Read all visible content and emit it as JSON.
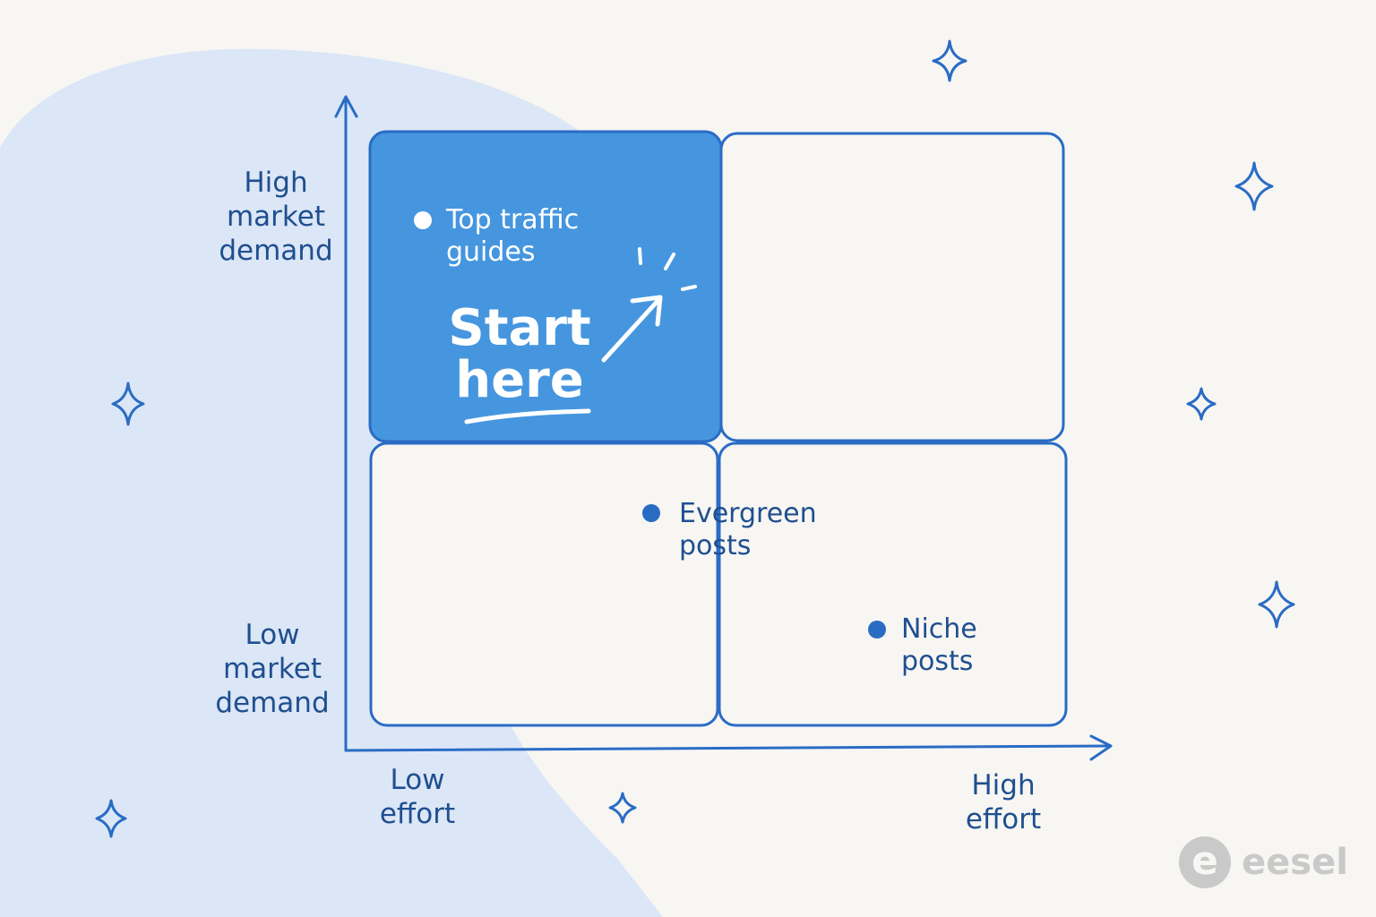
{
  "axes": {
    "y_high": "High\nmarket\ndemand",
    "y_low": "Low\nmarket\ndemand",
    "x_low": "Low\neffort",
    "x_high": "High\neffort"
  },
  "quadrants": {
    "highlighted": "top-left",
    "highlight_color": "#4596df",
    "outline_color": "#2a6cc4",
    "callout": "Start\nhere"
  },
  "points": [
    {
      "id": "top-traffic-guides",
      "label": "Top traffic\nguides",
      "quadrant": "top-left"
    },
    {
      "id": "evergreen-posts",
      "label": "Evergreen\nposts",
      "quadrant": "center"
    },
    {
      "id": "niche-posts",
      "label": "Niche\nposts",
      "quadrant": "bottom-right"
    }
  ],
  "brand": {
    "name": "eesel",
    "mark": "e"
  },
  "colors": {
    "background": "#f7f6f3",
    "blob": "#dbe6f7",
    "ink": "#1f4f8f",
    "accent": "#2a6cc4"
  },
  "decorations": {
    "sparkle_icon": "four-point-sparkle-icon"
  }
}
